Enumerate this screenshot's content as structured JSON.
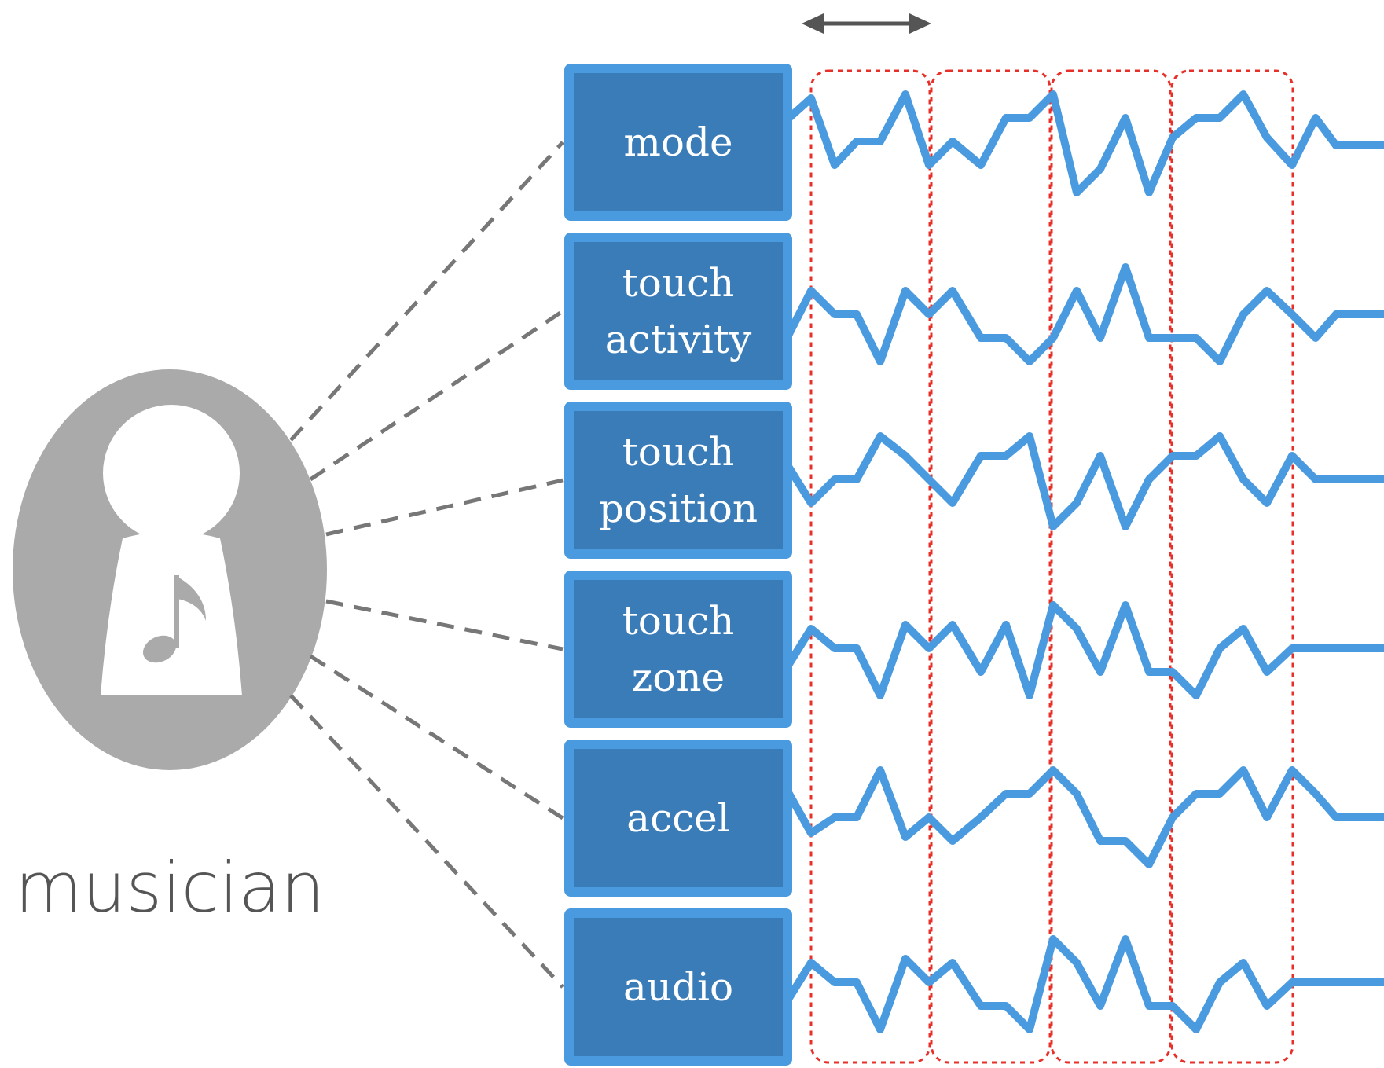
{
  "musician": {
    "label": "musician",
    "icon": "musician-note-icon",
    "note_glyph": "♪"
  },
  "channels": [
    {
      "id": "mode",
      "lines": [
        "mode"
      ]
    },
    {
      "id": "touch-activity",
      "lines": [
        "touch",
        "activity"
      ]
    },
    {
      "id": "touch-position",
      "lines": [
        "touch",
        "position"
      ]
    },
    {
      "id": "touch-zone",
      "lines": [
        "touch",
        "zone"
      ]
    },
    {
      "id": "accel",
      "lines": [
        "accel"
      ]
    },
    {
      "id": "audio",
      "lines": [
        "audio"
      ]
    }
  ],
  "window_arrow": {
    "icon": "double-arrow-icon"
  },
  "colors": {
    "box_fill": "#3a7cb8",
    "box_border": "#4a9ae0",
    "signal": "#4a9ae0",
    "window": "#e8302a",
    "connector": "#777777",
    "person": "#aaaaaa",
    "arrow": "#555555"
  }
}
